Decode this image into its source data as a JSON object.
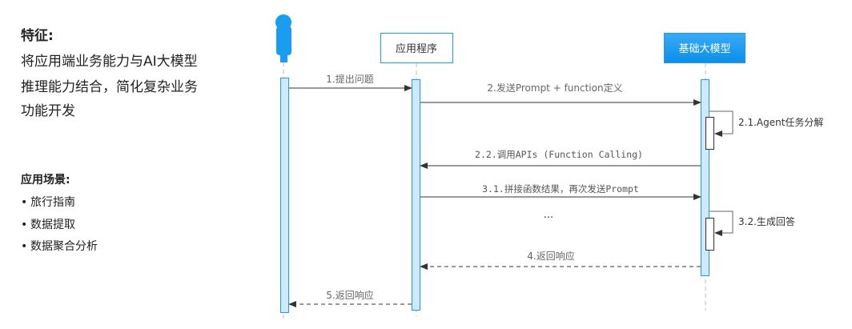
{
  "features": {
    "title": "特征:",
    "lines": [
      "将应用端业务能力与AI大模型",
      "推理能力结合，简化复杂业务",
      "功能开发"
    ]
  },
  "scenarios": {
    "title": "应用场景:",
    "items": [
      "旅行指南",
      "数据提取",
      "数据聚合分析"
    ]
  },
  "diagram": {
    "participants": {
      "app": "应用程序",
      "model": "基础大模型"
    },
    "messages": {
      "m1": "1.提出问题",
      "m2": "2.发送Prompt + function定义",
      "m21": "2.1.Agent任务分解",
      "m22": "2.2.调用APIs (Function Calling)",
      "m31": "3.1.拼接函数结果，再次发送Prompt",
      "ellipsis": "...",
      "m32": "3.2.生成回答",
      "m4": "4.返回响应",
      "m5": "5.返回响应"
    },
    "colors": {
      "accent": "#1a9cf0",
      "activation": "#cfe9fb",
      "line": "#333333"
    }
  }
}
